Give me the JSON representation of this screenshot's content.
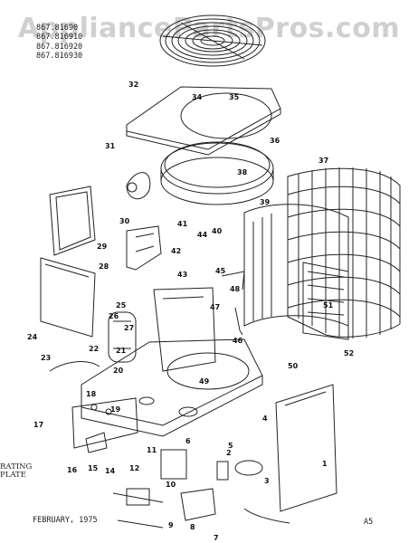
{
  "watermark": "AppliancePartsPros.com",
  "models": [
    "867.81690",
    "867.816910",
    "867.816920",
    "867.816930"
  ],
  "date": "FEBRUARY, 1975",
  "code": "A5",
  "rating_plate": [
    "RATING",
    "PLATE"
  ],
  "part_labels": [
    "1",
    "2",
    "3",
    "4",
    "5",
    "6",
    "7",
    "8",
    "9",
    "10",
    "11",
    "12",
    "14",
    "15",
    "16",
    "17",
    "18",
    "19",
    "20",
    "21",
    "22",
    "23",
    "24",
    "25",
    "26",
    "27",
    "28",
    "29",
    "30",
    "31",
    "32",
    "34",
    "35",
    "36",
    "37",
    "38",
    "39",
    "40",
    "41",
    "42",
    "43",
    "44",
    "45",
    "46",
    "47",
    "48",
    "49",
    "50",
    "51",
    "52"
  ]
}
